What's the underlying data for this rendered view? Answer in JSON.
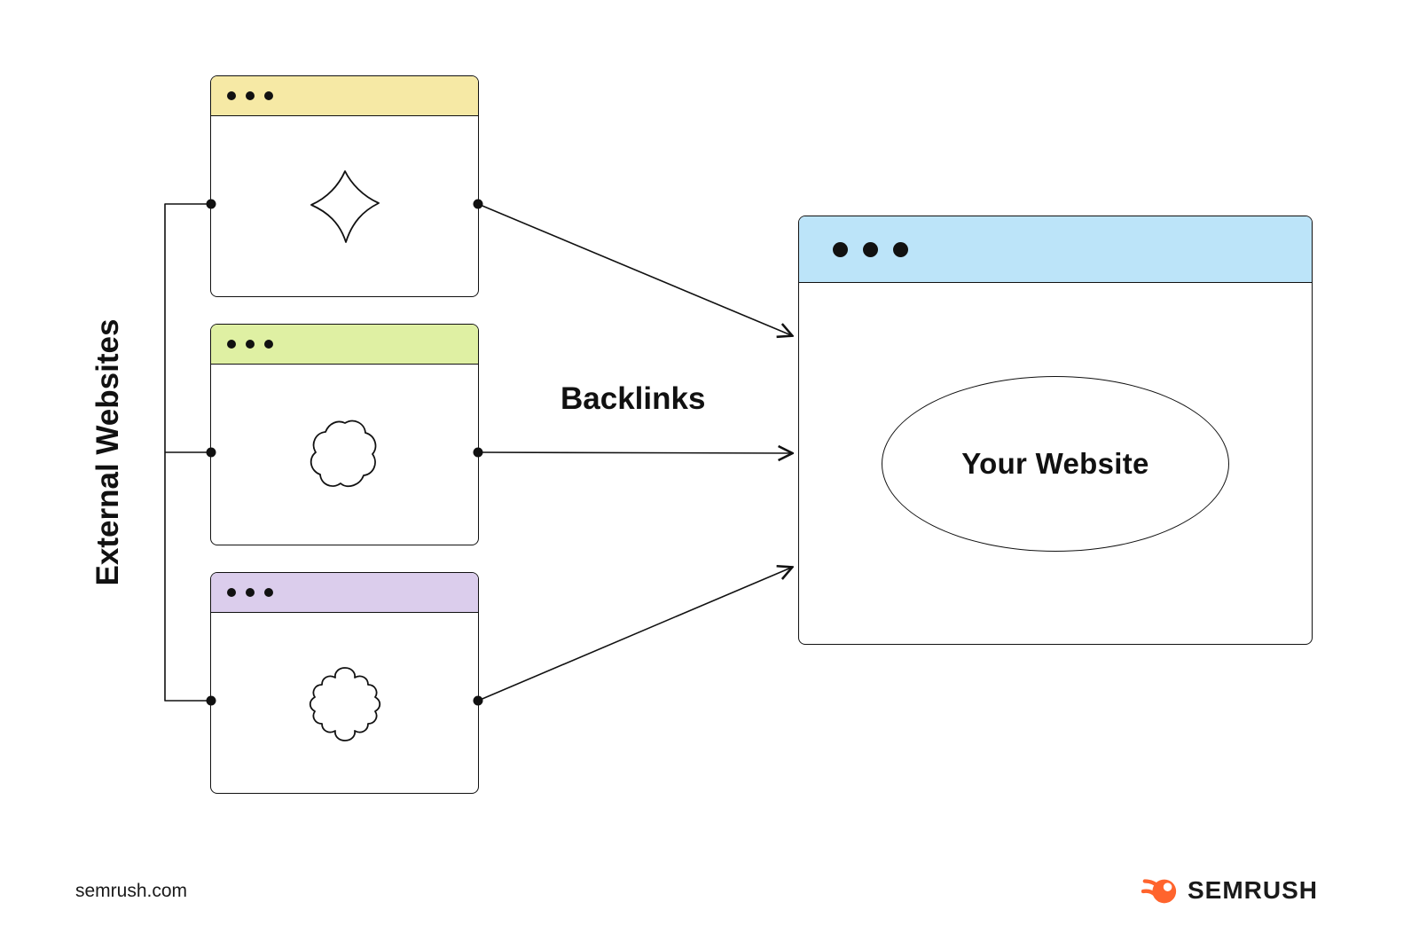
{
  "labels": {
    "external_websites": "External Websites",
    "backlinks": "Backlinks",
    "your_website": "Your Website"
  },
  "footer": {
    "site": "semrush.com",
    "brand": "SEMRUSH"
  },
  "colors": {
    "window1_header": "#F6E9A5",
    "window2_header": "#DFF0A3",
    "window3_header": "#DBCDEC",
    "main_window_header": "#BCE4F9",
    "stroke": "#111111",
    "brand_orange": "#FF642D",
    "background": "#FFFFFF"
  },
  "windows": {
    "external": [
      {
        "name": "external-window-1",
        "header_color": "#F6E9A5",
        "shape_icon": "diamond-blob-icon"
      },
      {
        "name": "external-window-2",
        "header_color": "#DFF0A3",
        "shape_icon": "wavy-blob-icon"
      },
      {
        "name": "external-window-3",
        "header_color": "#DBCDEC",
        "shape_icon": "flower-blob-icon"
      }
    ],
    "main": {
      "name": "your-website-window",
      "header_color": "#BCE4F9"
    }
  }
}
